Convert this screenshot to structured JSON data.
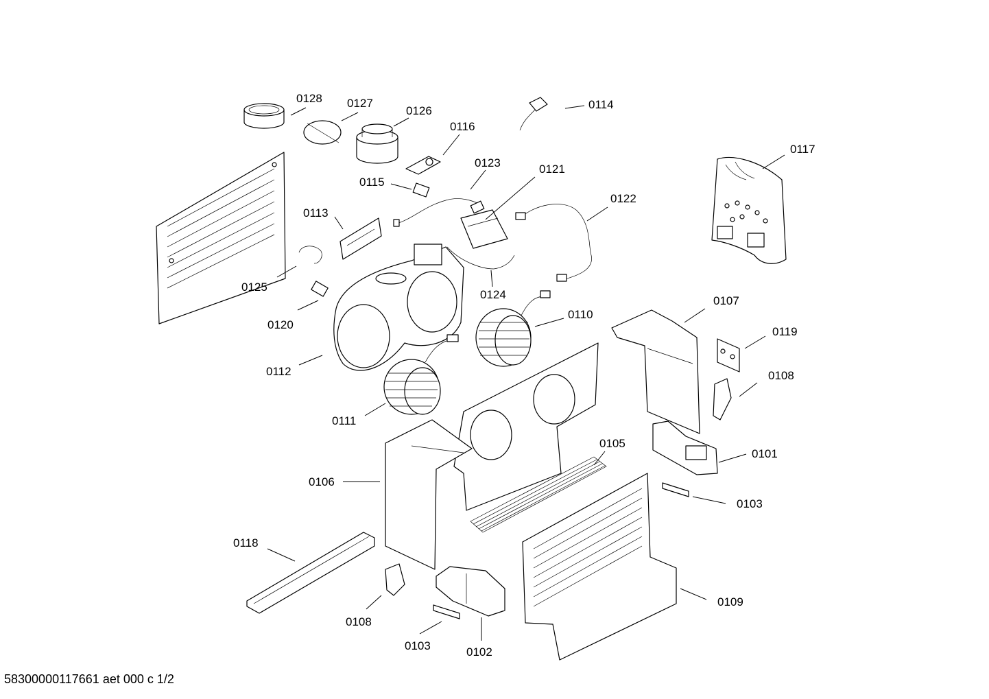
{
  "footer": "58300000117661 aet 000 c 1/2",
  "callouts": {
    "c0101": "0101",
    "c0102": "0102",
    "c0103a": "0103",
    "c0103b": "0103",
    "c0105": "0105",
    "c0106": "0106",
    "c0107": "0107",
    "c0108a": "0108",
    "c0108b": "0108",
    "c0109": "0109",
    "c0110": "0110",
    "c0111": "0111",
    "c0112": "0112",
    "c0113": "0113",
    "c0114": "0114",
    "c0115": "0115",
    "c0116": "0116",
    "c0117": "0117",
    "c0118": "0118",
    "c0119": "0119",
    "c0120": "0120",
    "c0121": "0121",
    "c0122": "0122",
    "c0123": "0123",
    "c0124": "0124",
    "c0125": "0125",
    "c0126": "0126",
    "c0127": "0127",
    "c0128": "0128"
  }
}
